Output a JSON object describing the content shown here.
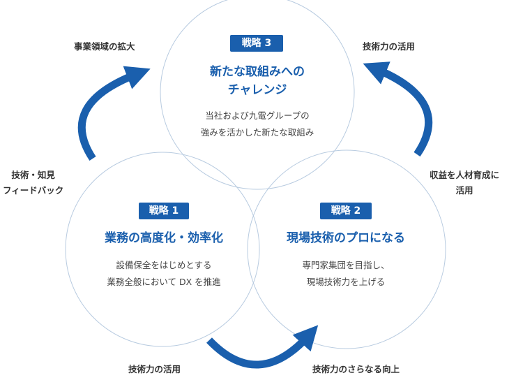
{
  "strategies": [
    {
      "badge": "戦略 3",
      "title_lines": [
        "新たな取組みへの",
        "チャレンジ"
      ],
      "desc_lines": [
        "当社および九電グループの",
        "強みを活かした新たな取組み"
      ]
    },
    {
      "badge": "戦略 1",
      "title_lines": [
        "業務の高度化・効率化"
      ],
      "desc_lines": [
        "設備保全をはじめとする",
        "業務全般において DX を推進"
      ]
    },
    {
      "badge": "戦略 2",
      "title_lines": [
        "現場技術のプロになる"
      ],
      "desc_lines": [
        "専門家集団を目指し、",
        "現場技術力を上げる"
      ]
    }
  ],
  "flows": {
    "top_left": "事業領域の拡大",
    "left": [
      "技術・知見",
      "フィードバック"
    ],
    "top_right": "技術力の活用",
    "right": [
      "収益を人材育成に",
      "活用"
    ],
    "bottom_left": "技術力の活用",
    "bottom_right": "技術力のさらなる向上"
  },
  "colors": {
    "accent": "#1a5fad",
    "circle_stroke": "#b8cbe0",
    "text": "#333333"
  }
}
